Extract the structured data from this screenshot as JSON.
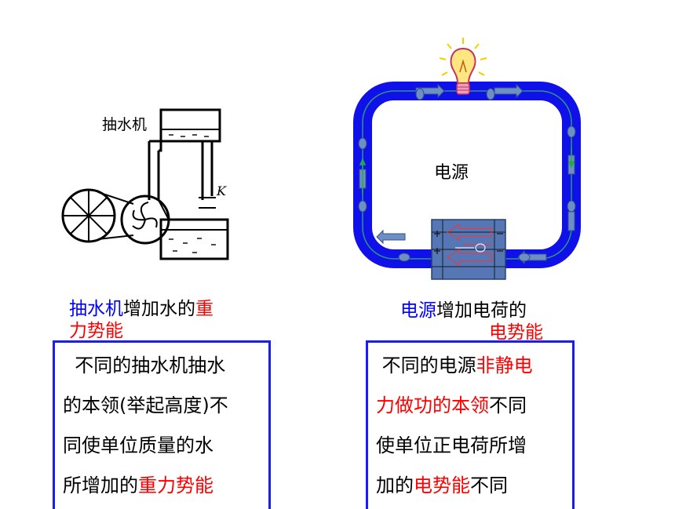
{
  "left": {
    "diagram_label": "抽水机",
    "valve_label": "K",
    "caption": {
      "part1": "抽水机",
      "part2": "增加水的",
      "part3": "重",
      "part4": "力势能"
    },
    "box_lines": [
      {
        "segments": [
          {
            "text": "  不同的抽水机抽水",
            "color": "black"
          }
        ]
      },
      {
        "segments": [
          {
            "text": "的本领(举起高度)不",
            "color": "black"
          }
        ]
      },
      {
        "segments": [
          {
            "text": "同使单位质量的水",
            "color": "black"
          }
        ]
      },
      {
        "segments": [
          {
            "text": "所增加的",
            "color": "black"
          },
          {
            "text": "重力势能",
            "color": "red"
          }
        ]
      }
    ]
  },
  "right": {
    "diagram_label": "电源",
    "caption": {
      "part1": "电源",
      "part2": "增加电荷的",
      "part3": "电势能"
    },
    "box_lines": [
      {
        "segments": [
          {
            "text": " 不同的电源",
            "color": "black"
          },
          {
            "text": "非静电",
            "color": "red"
          }
        ]
      },
      {
        "segments": [
          {
            "text": "力做功的本领",
            "color": "red"
          },
          {
            "text": "不同",
            "color": "black"
          }
        ]
      },
      {
        "segments": [
          {
            "text": "使单位正电荷所增",
            "color": "black"
          }
        ]
      },
      {
        "segments": [
          {
            "text": "加的",
            "color": "black"
          },
          {
            "text": "电势能",
            "color": "red"
          },
          {
            "text": "不同",
            "color": "black"
          }
        ]
      }
    ]
  },
  "colors": {
    "accent_blue": "#0000ff",
    "accent_red": "#ff0000",
    "circuit_blue": "#1010e8",
    "source_fill": "#5577b5"
  }
}
